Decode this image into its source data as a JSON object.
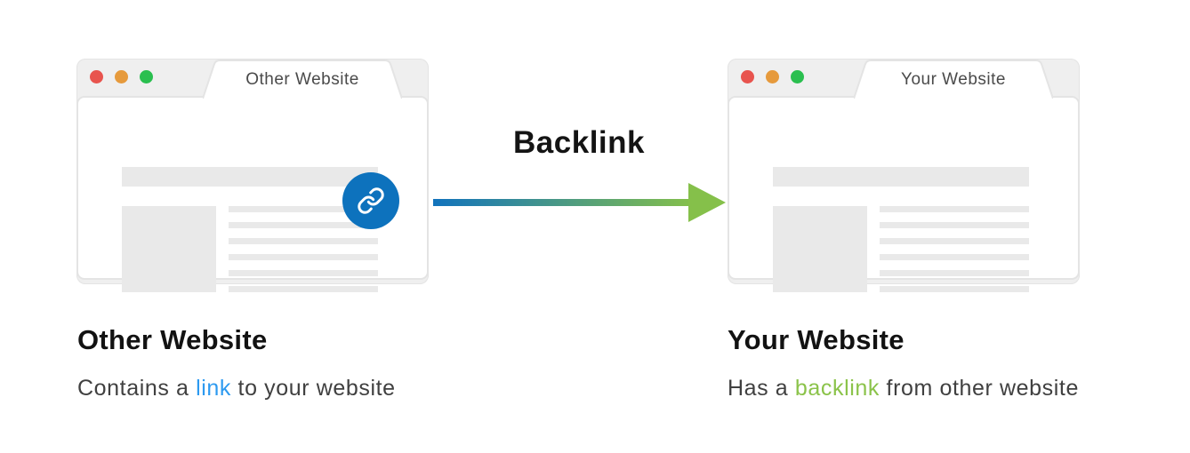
{
  "colors": {
    "dot-red": "#e8544e",
    "dot-orange": "#e69a3c",
    "dot-green": "#2abf4f",
    "chrome-gray": "#efefef",
    "border-gray": "#e4e4e4",
    "placeholder-gray": "#e9e9e9",
    "link-badge-blue": "#0d72bd",
    "arrow-blue": "#1173bd",
    "arrow-green": "#85c04a",
    "link-text-blue": "#2d9af0",
    "backlink-text-green": "#8bc34a",
    "tab-text": "#4a4a4a",
    "heading-text": "#121212",
    "caption-text": "#404040"
  },
  "arrow": {
    "label": "Backlink"
  },
  "left_window": {
    "tab_title": "Other Website"
  },
  "right_window": {
    "tab_title": "Your Website"
  },
  "left_caption": {
    "title": "Other Website",
    "text_pre": "Contains a ",
    "text_link": "link",
    "text_post": " to your website"
  },
  "right_caption": {
    "title": "Your Website",
    "text_pre": "Has a ",
    "text_link": "backlink",
    "text_post": " from other website"
  }
}
